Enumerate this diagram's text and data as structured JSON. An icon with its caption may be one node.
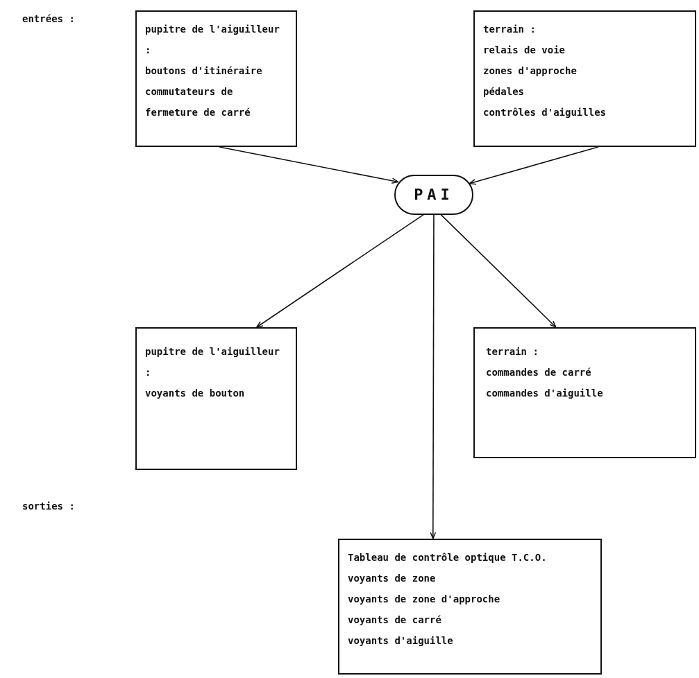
{
  "diagram": {
    "nodes": [
      {
        "text": [
          "pupitre de l'aiguilleur :",
          "boutons d'itinéraire",
          "commutateurs de fermeture de carré"
        ]
      },
      {
        "text": [
          "terrain :",
          "relais de voie",
          "zones d'approche",
          "pédales",
          "contrôles d'aiguilles"
        ]
      },
      {
        "text": [
          "PAI"
        ]
      },
      {
        "text": [
          "pupitre de l'aiguilleur :",
          "voyants de bouton"
        ]
      },
      {
        "text": [
          "terrain :",
          "commandes de carré",
          "commandes d'aiguille"
        ]
      },
      {
        "text": [
          "Tableau de contrôle optique T.C.O.",
          "voyants de zone",
          "voyants de zone d'approche",
          "voyants de carré",
          "voyants d'aiguille"
        ]
      }
    ],
    "edges": [
      {
        "from": 0,
        "to": 2,
        "arrow": "to"
      },
      {
        "from": 1,
        "to": 2,
        "arrow": "to"
      },
      {
        "from": 2,
        "to": 3,
        "arrow": "to"
      },
      {
        "from": 2,
        "to": 4,
        "arrow": "to"
      },
      {
        "from": 2,
        "to": 5,
        "arrow": "to"
      }
    ],
    "labels": [
      "entrées :",
      "sorties :"
    ]
  }
}
